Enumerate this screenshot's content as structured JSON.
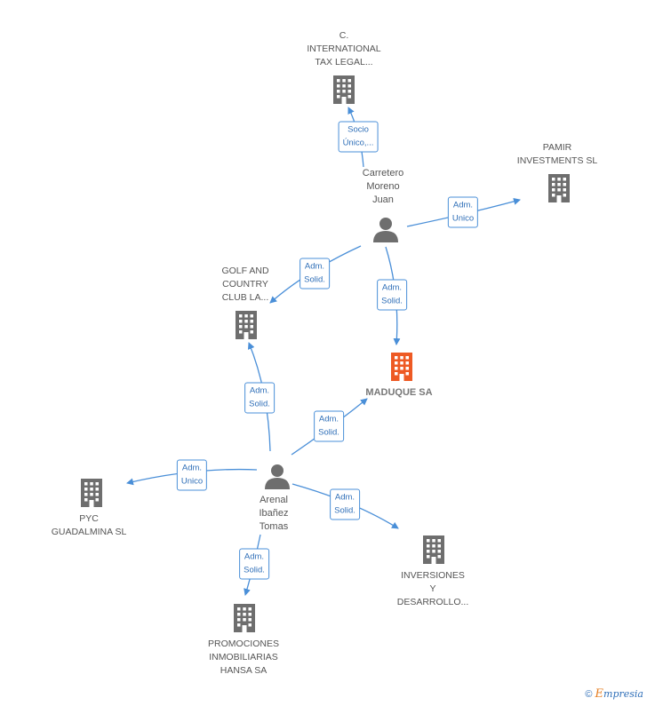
{
  "colors": {
    "company": "#6e6e6e",
    "main": "#ee5a24",
    "person": "#6e6e6e",
    "edge": "#4a8fd8"
  },
  "nodes": {
    "c_international": {
      "lines": [
        "C.",
        "INTERNATIONAL",
        "TAX LEGAL..."
      ]
    },
    "pamir": {
      "lines": [
        "PAMIR",
        "INVESTMENTS SL"
      ]
    },
    "carretero": {
      "lines": [
        "Carretero",
        "Moreno",
        "Juan"
      ]
    },
    "golf": {
      "lines": [
        "GOLF AND",
        "COUNTRY",
        "CLUB LA..."
      ]
    },
    "maduque": {
      "lines": [
        "MADUQUE SA"
      ]
    },
    "arenal": {
      "lines": [
        "Arenal",
        "Ibañez",
        "Tomas"
      ]
    },
    "pyc": {
      "lines": [
        "PYC",
        "GUADALMINA SL"
      ]
    },
    "inversiones": {
      "lines": [
        "INVERSIONES",
        "Y",
        "DESARROLLO..."
      ]
    },
    "promociones": {
      "lines": [
        "PROMOCIONES",
        "INMOBILIARIAS",
        "HANSA SA"
      ]
    }
  },
  "edges": {
    "e1": [
      "Socio",
      "Único,..."
    ],
    "e2": [
      "Adm.",
      "Unico"
    ],
    "e3": [
      "Adm.",
      "Solid."
    ],
    "e4": [
      "Adm.",
      "Solid."
    ],
    "e5": [
      "Adm.",
      "Solid."
    ],
    "e6": [
      "Adm.",
      "Solid."
    ],
    "e7": [
      "Adm.",
      "Unico"
    ],
    "e8": [
      "Adm.",
      "Solid."
    ],
    "e9": [
      "Adm.",
      "Solid."
    ]
  },
  "brand": {
    "symbol": "©",
    "initial": "E",
    "rest": "mpresia"
  }
}
